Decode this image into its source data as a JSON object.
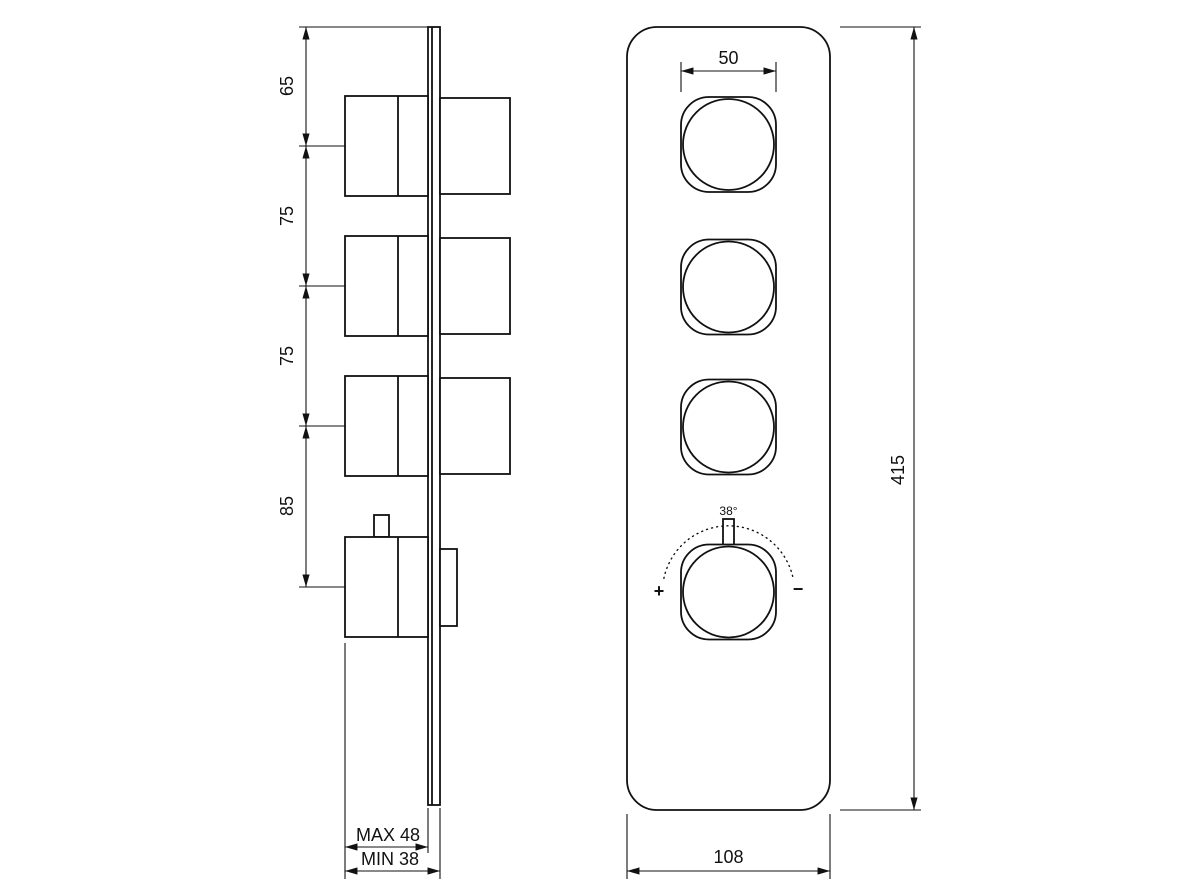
{
  "drawing": {
    "side_view": {
      "dims": {
        "spacing_top": "65",
        "spacing_mid1": "75",
        "spacing_mid2": "75",
        "spacing_bottom": "85",
        "depth_max": "MAX 48",
        "depth_min": "MIN 38"
      }
    },
    "front_view": {
      "dims": {
        "knob_width": "50",
        "plate_height": "415",
        "plate_width": "108"
      },
      "temp_knob": {
        "temperature": "38°",
        "plus": "+",
        "minus": "−"
      }
    }
  }
}
